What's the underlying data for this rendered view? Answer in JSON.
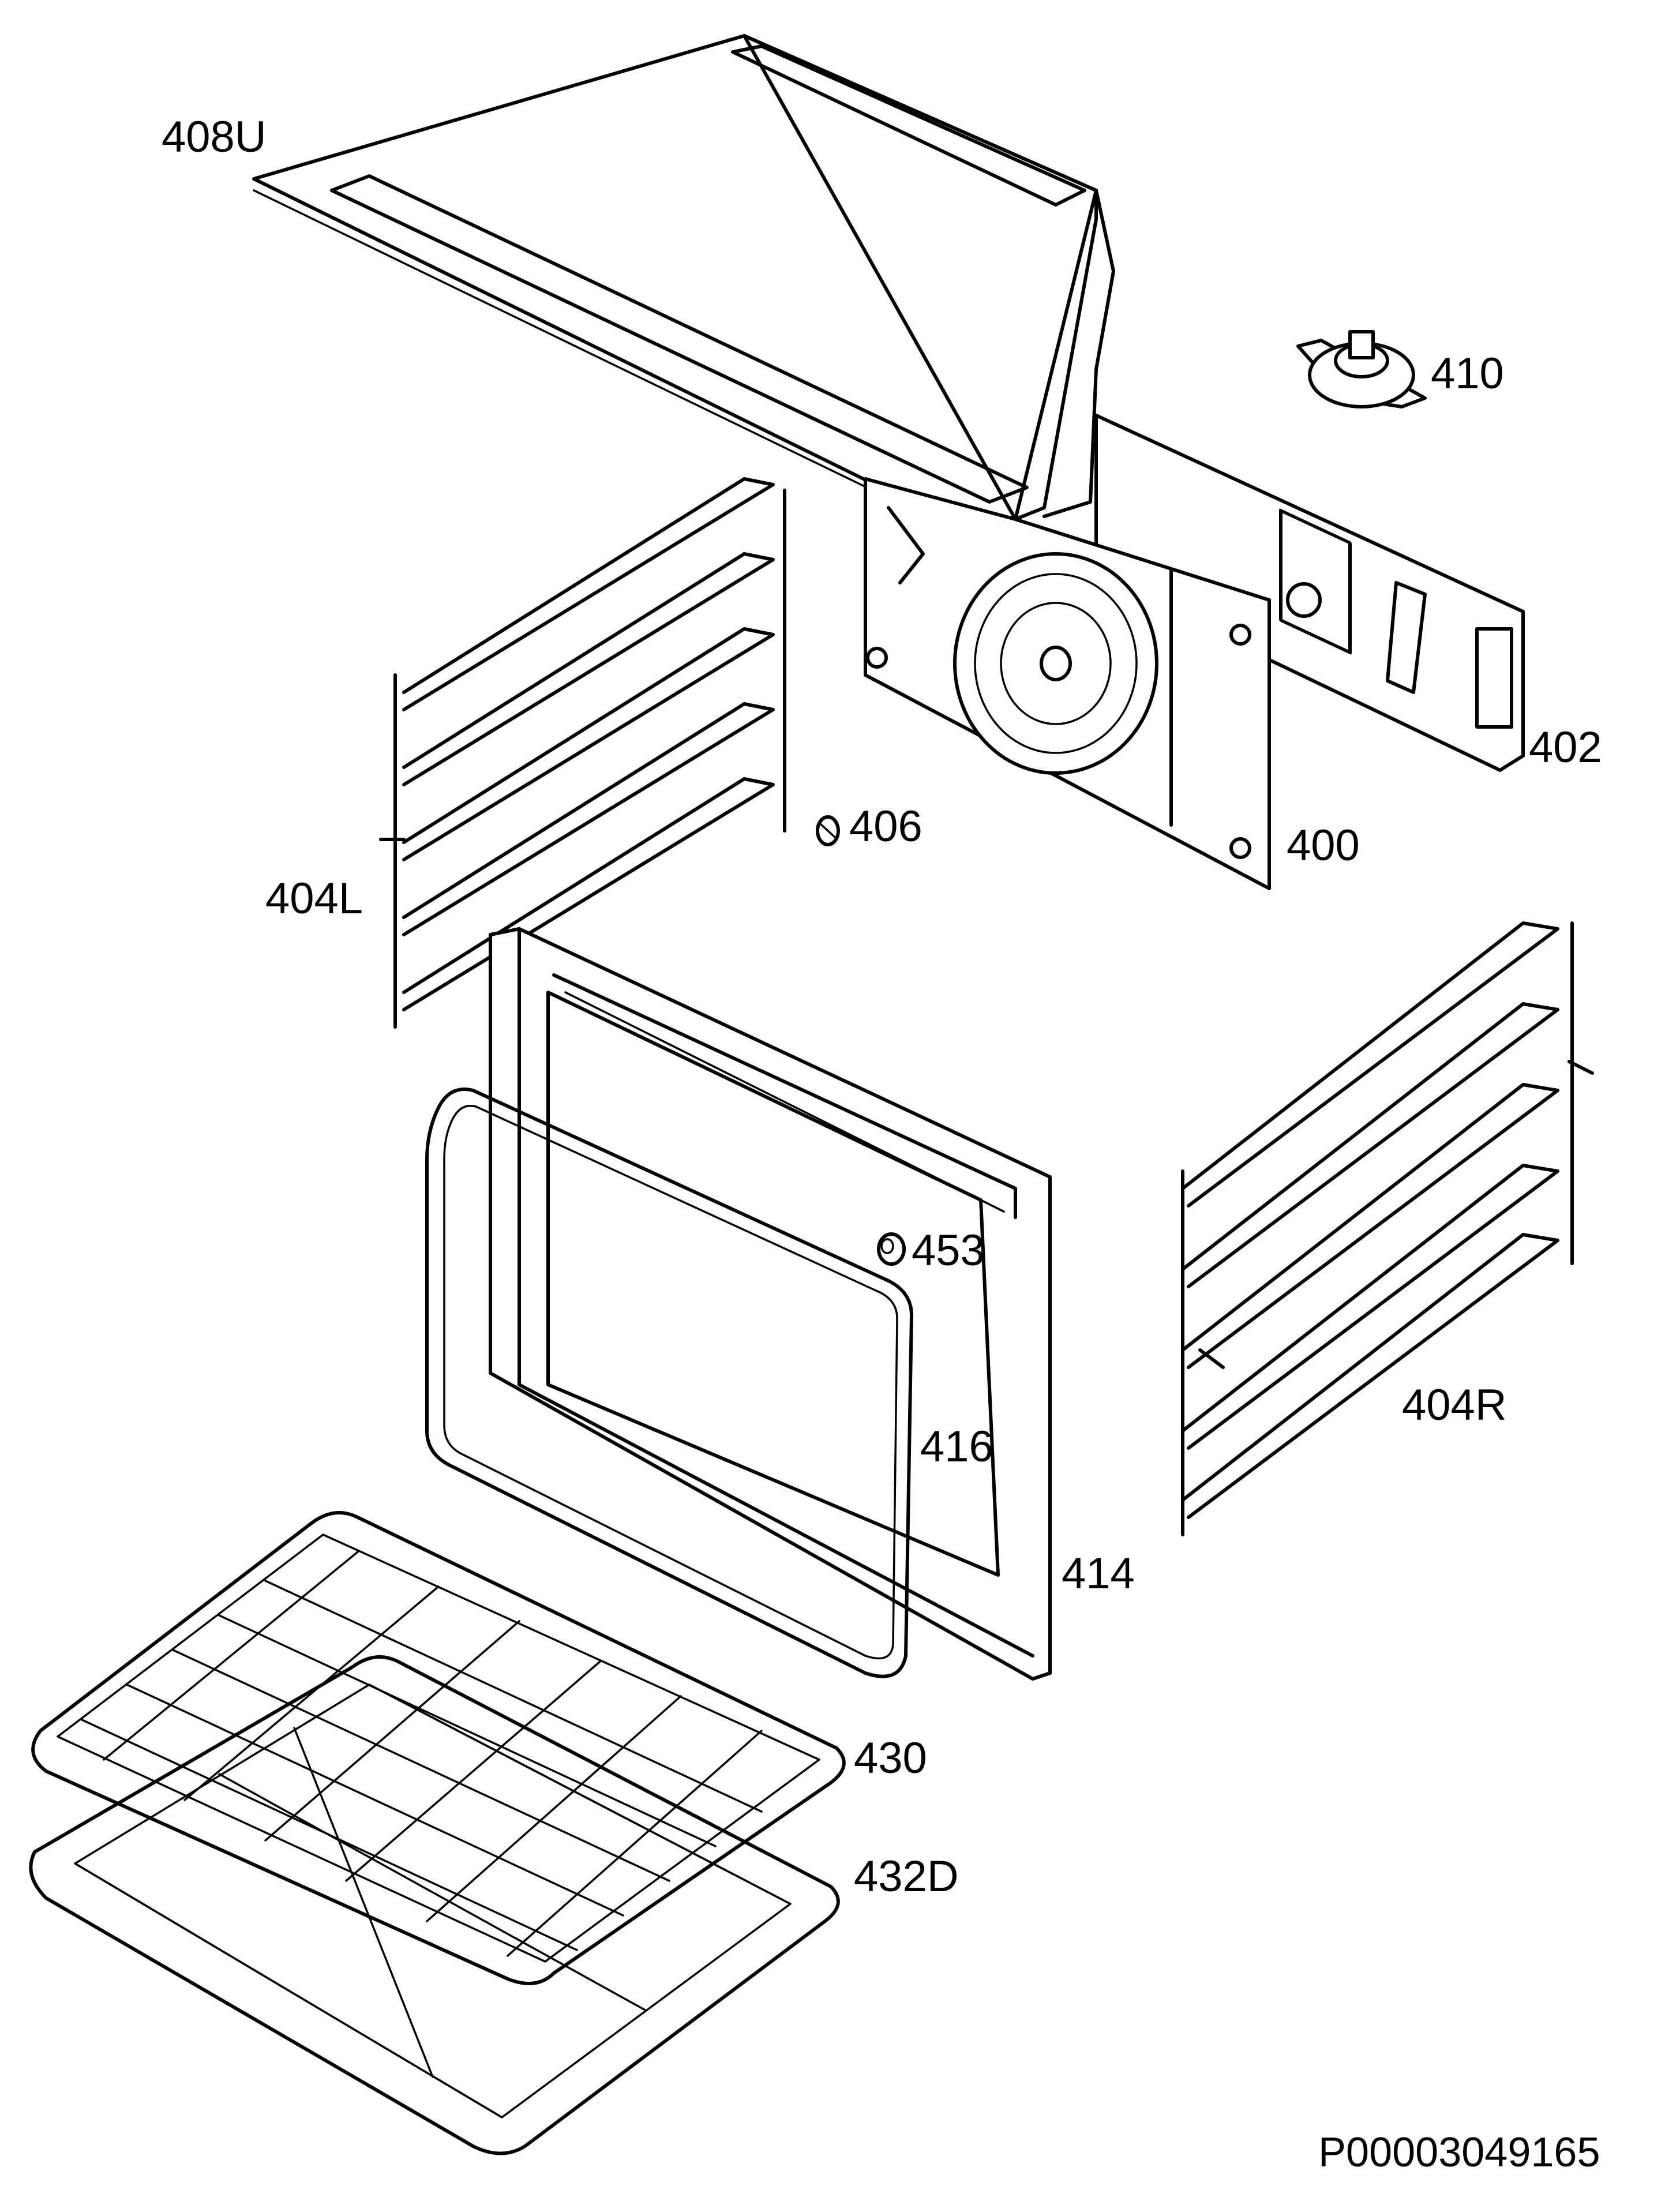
{
  "diagram": {
    "parts": [
      {
        "id": "part-408u",
        "label": "408U",
        "icon": "top-panel-icon"
      },
      {
        "id": "part-410",
        "label": "410",
        "icon": "fan-motor-icon"
      },
      {
        "id": "part-402",
        "label": "402",
        "icon": "back-panel-icon"
      },
      {
        "id": "part-406",
        "label": "406",
        "icon": "clip-icon"
      },
      {
        "id": "part-400",
        "label": "400",
        "icon": "fan-cover-icon"
      },
      {
        "id": "part-404l",
        "label": "404L",
        "icon": "left-shelf-rail-icon"
      },
      {
        "id": "part-453",
        "label": "453",
        "icon": "bulb-holder-icon"
      },
      {
        "id": "part-416",
        "label": "416",
        "icon": "door-seal-icon"
      },
      {
        "id": "part-414",
        "label": "414",
        "icon": "front-frame-icon"
      },
      {
        "id": "part-404r",
        "label": "404R",
        "icon": "right-shelf-rail-icon"
      },
      {
        "id": "part-430",
        "label": "430",
        "icon": "wire-rack-icon"
      },
      {
        "id": "part-432d",
        "label": "432D",
        "icon": "baking-tray-icon"
      }
    ],
    "drawing_code": "P00003049165"
  }
}
